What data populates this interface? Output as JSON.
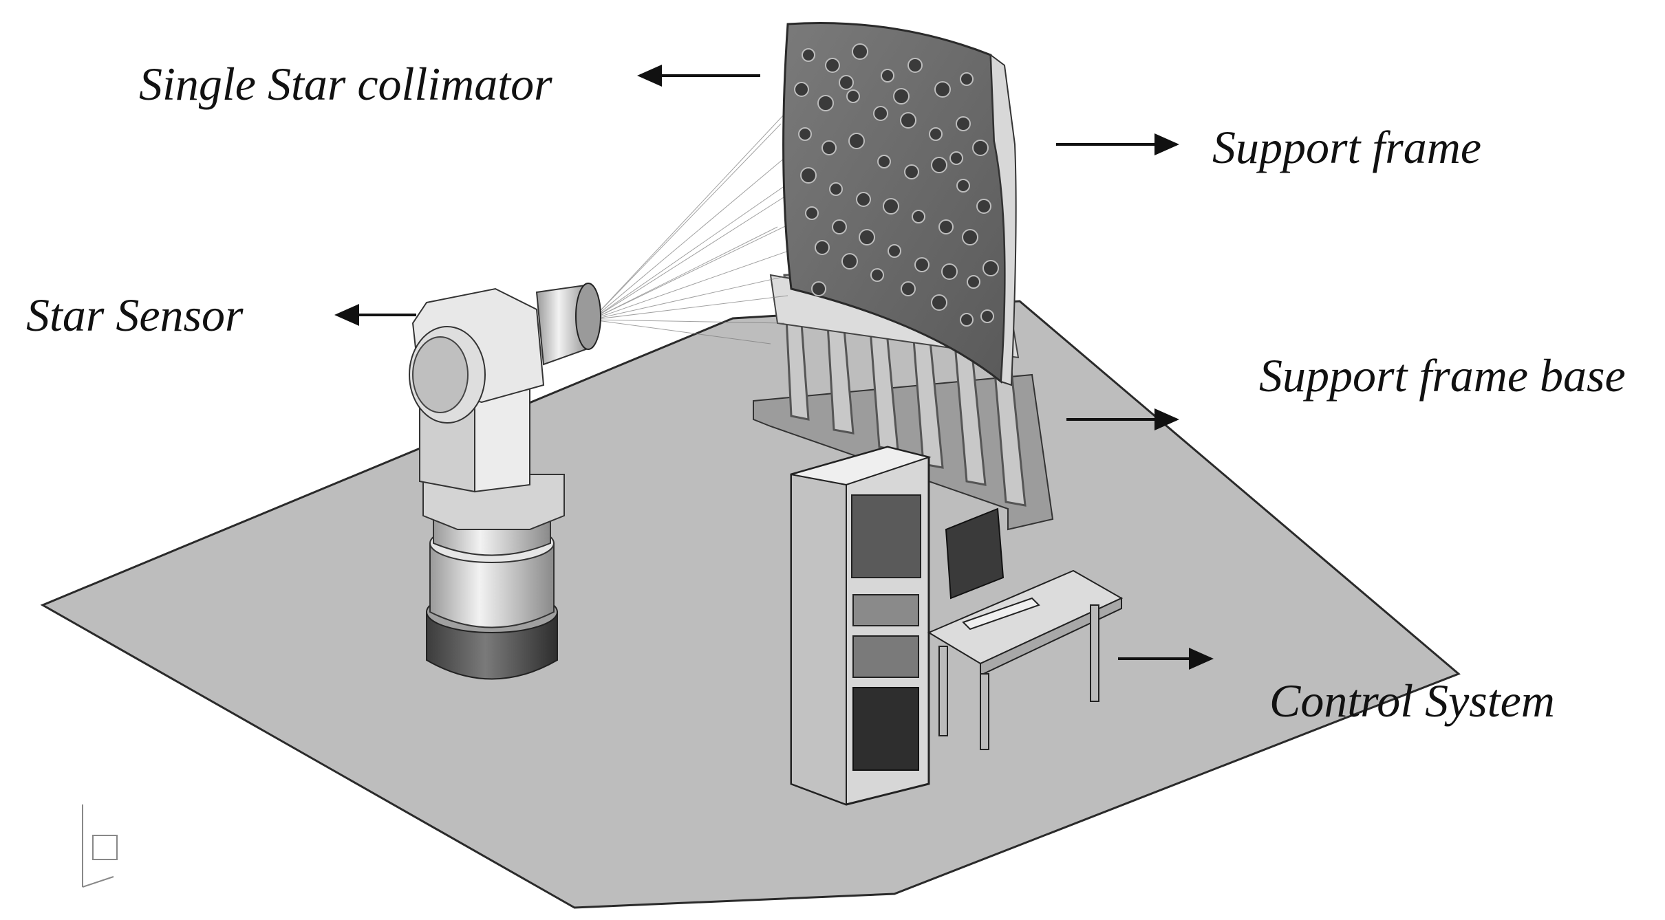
{
  "labels": {
    "single_star_collimator": "Single Star collimator",
    "support_frame": "Support frame",
    "star_sensor": "Star Sensor",
    "support_frame_base": "Support frame base",
    "control_system": "Control System"
  },
  "colors": {
    "floor": "#bdbdbd",
    "floor_edge": "#2a2a2a",
    "panel": "#6e6e6e",
    "hole": "#3a3a3a",
    "metal_light": "#e4e4e4",
    "metal_mid": "#a9a9a9",
    "metal_dark": "#555555",
    "arrow": "#111111"
  }
}
